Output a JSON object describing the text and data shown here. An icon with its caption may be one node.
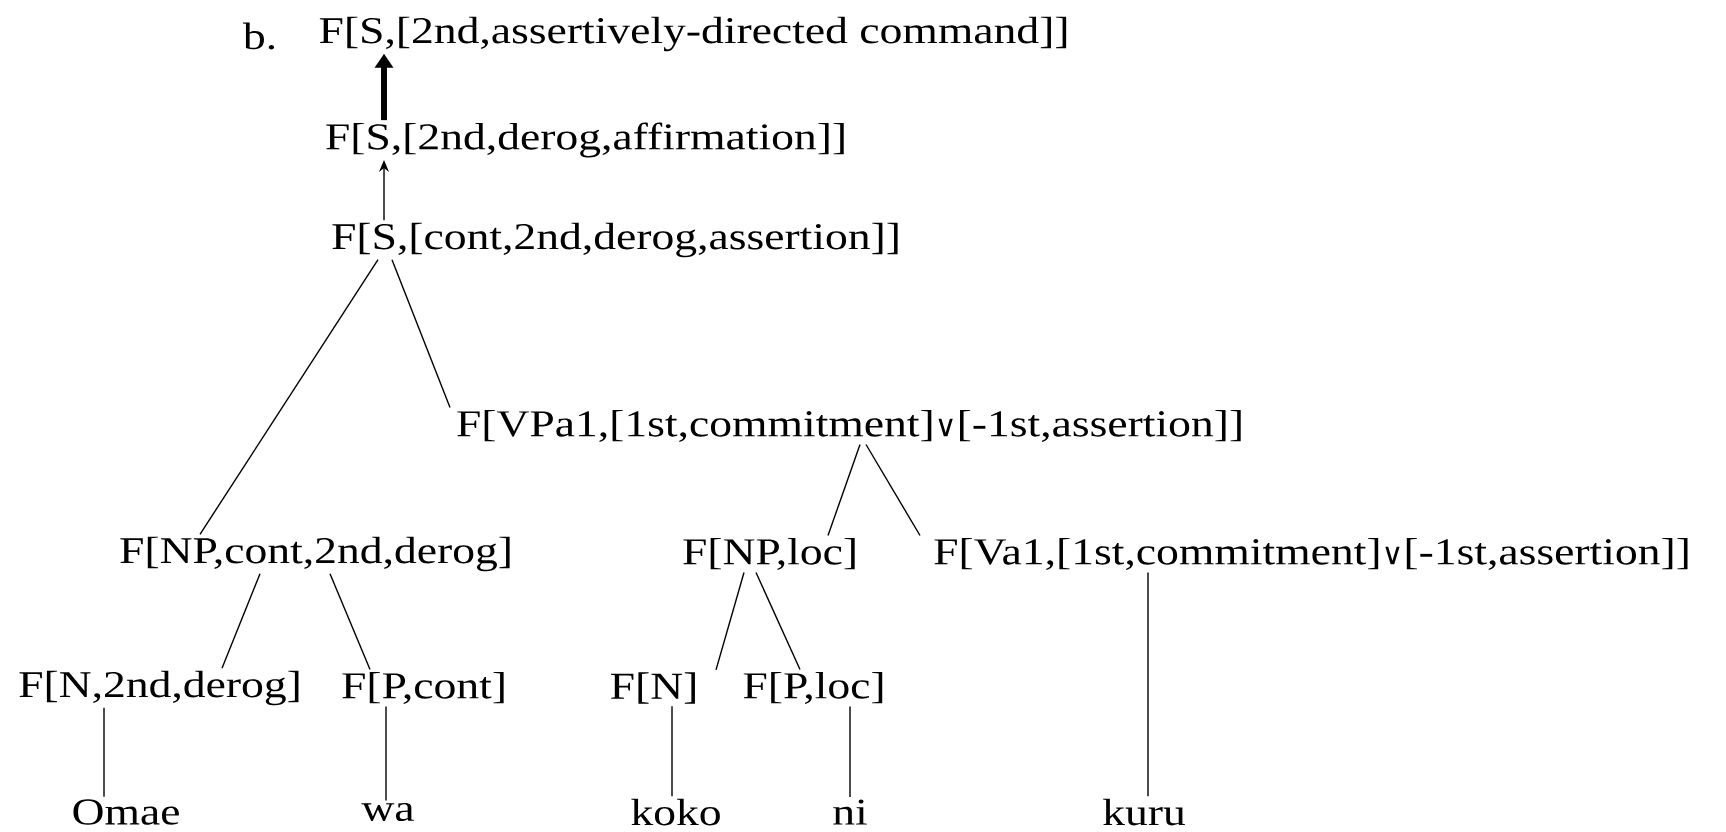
{
  "diagram": {
    "nodes": [
      {
        "text": [
          "F[S,[2nd,assertively-directed command]]"
        ]
      },
      {
        "text": [
          "F[S,[2nd,derog,affirmation]]"
        ]
      },
      {
        "text": [
          "F[S,[cont,2nd,derog,assertion]]"
        ]
      },
      {
        "text": [
          "F[VPa1,[1st,commitment]∨[-1st,assertion]]"
        ]
      },
      {
        "text": [
          "F[NP,cont,2nd,derog]"
        ]
      },
      {
        "text": [
          "F[NP,loc]"
        ]
      },
      {
        "text": [
          "F[Va1,[1st,commitment]∨[-1st,assertion]]"
        ]
      },
      {
        "text": [
          "F[N,2nd,derog]"
        ]
      },
      {
        "text": [
          "F[P,cont]"
        ]
      },
      {
        "text": [
          "F[N]"
        ]
      },
      {
        "text": [
          "F[P,loc]"
        ]
      },
      {
        "text": [
          "Omae"
        ]
      },
      {
        "text": [
          "wa"
        ]
      },
      {
        "text": [
          "koko"
        ]
      },
      {
        "text": [
          "ni"
        ]
      },
      {
        "text": [
          "kuru"
        ]
      }
    ],
    "edges": [
      {
        "from": 1,
        "to": 0,
        "arrow": "to",
        "style": "thick"
      },
      {
        "from": 2,
        "to": 1,
        "arrow": "to"
      },
      {
        "from": 2,
        "to": 4,
        "arrow": "none"
      },
      {
        "from": 2,
        "to": 3,
        "arrow": "none"
      },
      {
        "from": 3,
        "to": 5,
        "arrow": "none"
      },
      {
        "from": 3,
        "to": 6,
        "arrow": "none"
      },
      {
        "from": 4,
        "to": 7,
        "arrow": "none"
      },
      {
        "from": 4,
        "to": 8,
        "arrow": "none"
      },
      {
        "from": 5,
        "to": 9,
        "arrow": "none"
      },
      {
        "from": 5,
        "to": 10,
        "arrow": "none"
      },
      {
        "from": 7,
        "to": 11,
        "arrow": "none"
      },
      {
        "from": 8,
        "to": 12,
        "arrow": "none"
      },
      {
        "from": 9,
        "to": 13,
        "arrow": "none"
      },
      {
        "from": 10,
        "to": 14,
        "arrow": "none"
      },
      {
        "from": 6,
        "to": 15,
        "arrow": "none"
      }
    ],
    "labels": [
      "b."
    ]
  }
}
